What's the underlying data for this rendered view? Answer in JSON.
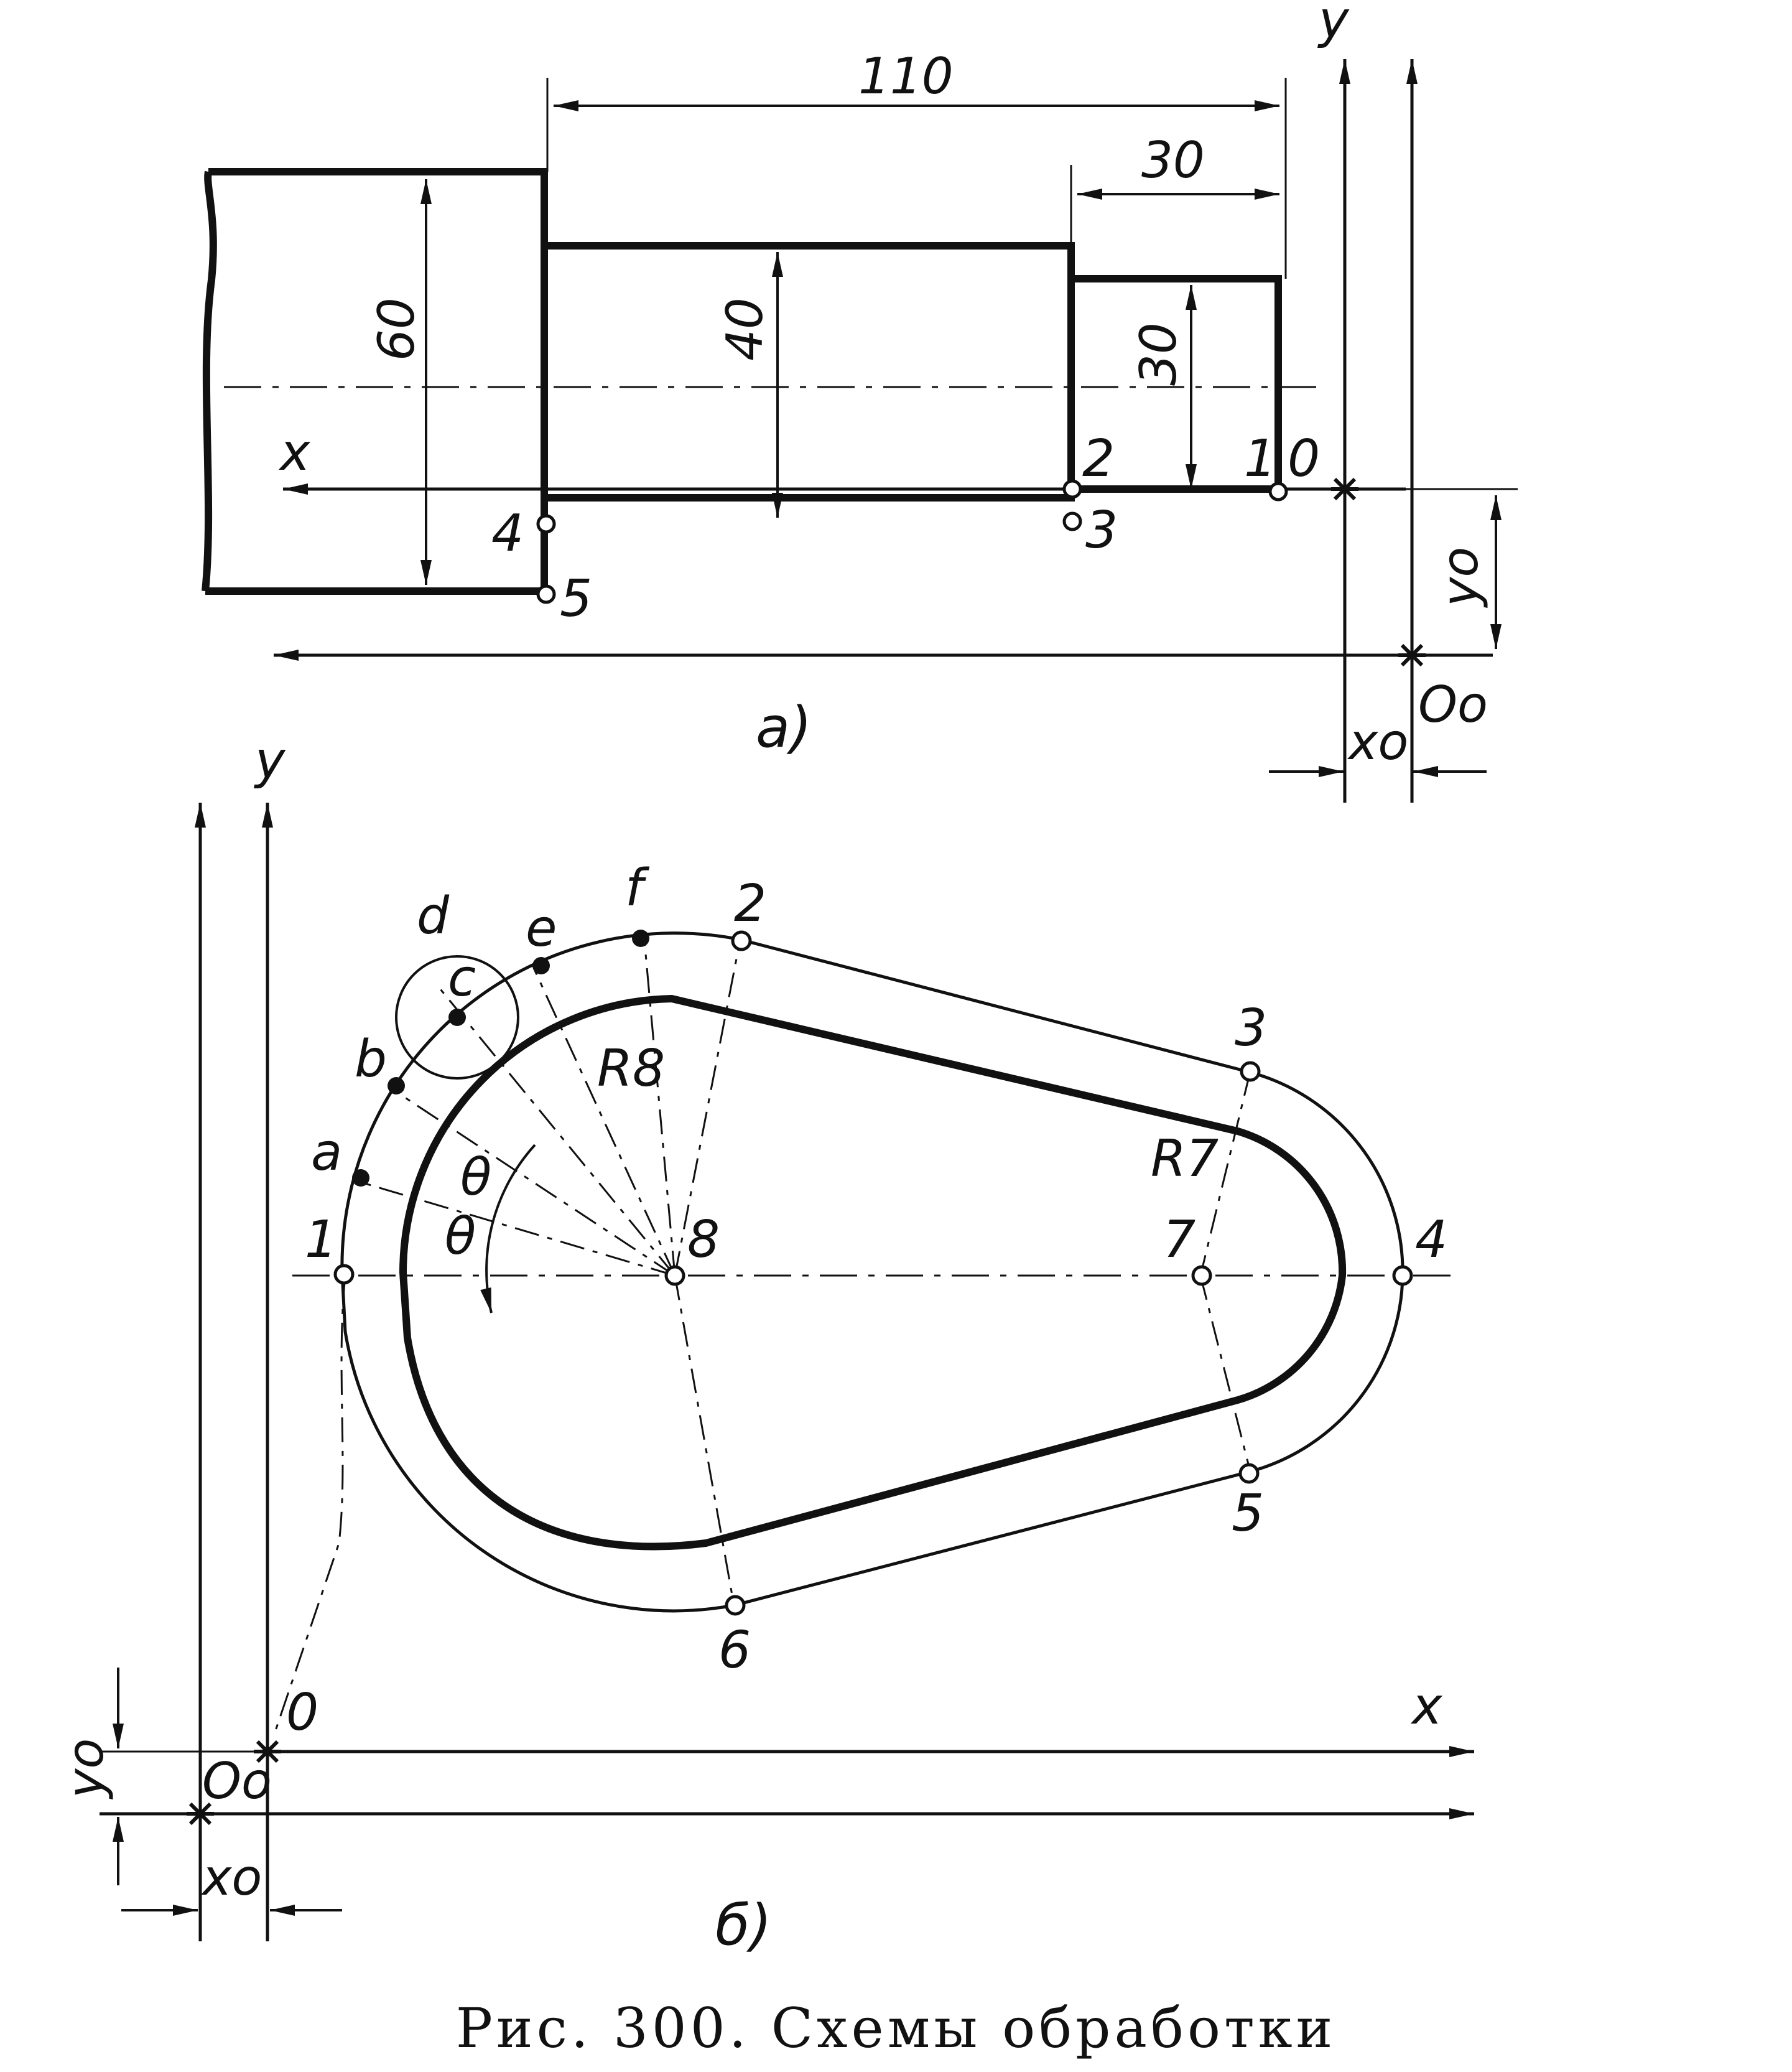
{
  "figure_a": {
    "dims": {
      "d110": "110",
      "d30_len": "30",
      "d60": "60",
      "d40": "40",
      "d30_dia": "30"
    },
    "points": [
      "0",
      "1",
      "2",
      "3",
      "4",
      "5"
    ],
    "axes": {
      "x": "x",
      "y": "y",
      "yo": "yo",
      "xo": "xo",
      "oo": "Oo"
    },
    "sublabel": "a)"
  },
  "figure_b": {
    "points": [
      "0",
      "1",
      "2",
      "3",
      "4",
      "5",
      "6",
      "7",
      "8"
    ],
    "letters": [
      "a",
      "b",
      "c",
      "d",
      "e",
      "f"
    ],
    "radii": {
      "r8": "R8",
      "r7": "R7"
    },
    "angle": "θ",
    "axes": {
      "x": "x",
      "y": "y",
      "yo": "yo",
      "xo": "xo",
      "oo": "Oo"
    },
    "sublabel": "б)"
  },
  "caption": "Рис. 300. Схемы обработки"
}
